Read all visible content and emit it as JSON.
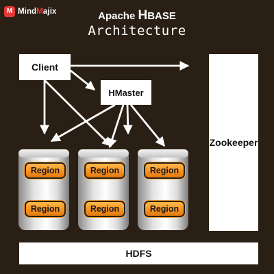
{
  "logo": {
    "mark": "M",
    "name_prefix": "Mind",
    "name_accent": "M",
    "name_suffix": "ajix"
  },
  "title": {
    "line1_small": "Apache ",
    "line1_big": "H",
    "line1_rest": "BASE",
    "line2": "Architecture"
  },
  "nodes": {
    "client": "Client",
    "hmaster": "HMaster",
    "zookeeper": "Zookeeper",
    "hdfs": "HDFS"
  },
  "region_servers": [
    {
      "regions": [
        "Region",
        "Region"
      ]
    },
    {
      "regions": [
        "Region",
        "Region"
      ]
    },
    {
      "regions": [
        "Region",
        "Region"
      ]
    }
  ],
  "colors": {
    "background": "#2a1f14",
    "box": "#ffffff",
    "region": "#f5901e",
    "arrow": "#ffffff"
  }
}
